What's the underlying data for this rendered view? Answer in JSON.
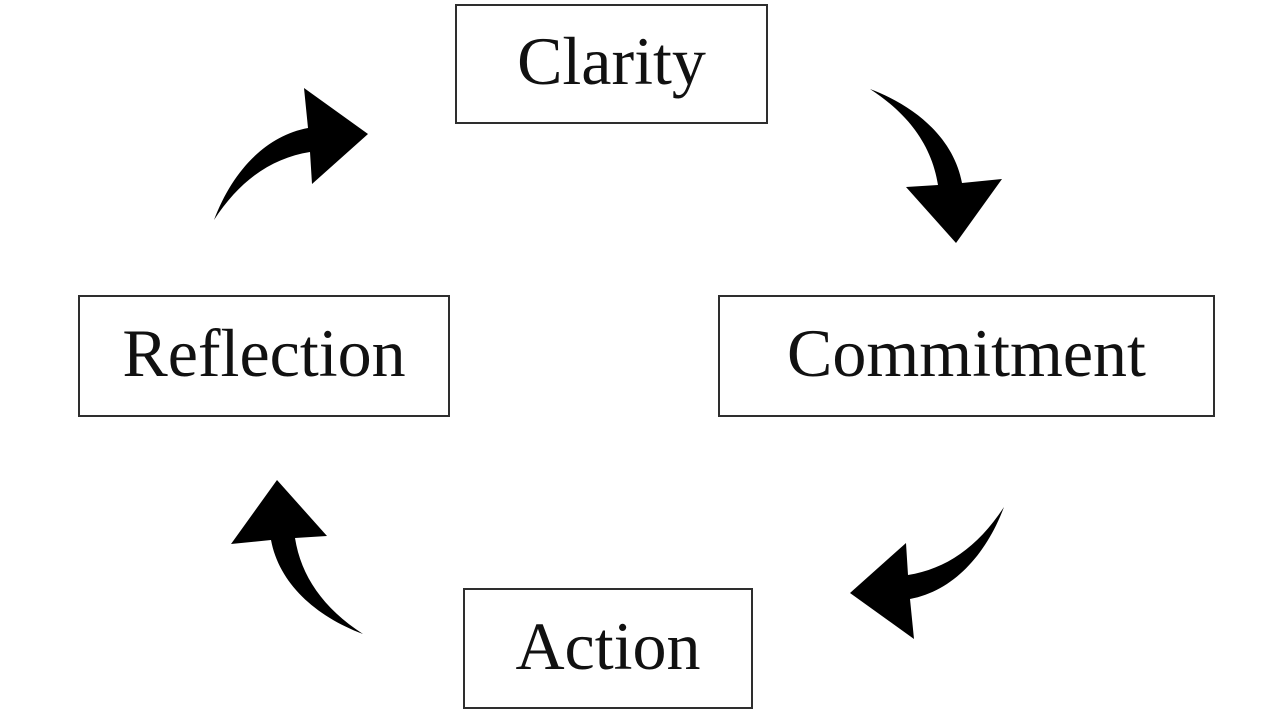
{
  "diagram": {
    "type": "cycle",
    "nodes": [
      {
        "id": "clarity",
        "label": "Clarity"
      },
      {
        "id": "commitment",
        "label": "Commitment"
      },
      {
        "id": "action",
        "label": "Action"
      },
      {
        "id": "reflection",
        "label": "Reflection"
      }
    ],
    "edges": [
      {
        "from": "Reflection",
        "to": "Clarity",
        "icon": "curved-arrow-up-right"
      },
      {
        "from": "Clarity",
        "to": "Commitment",
        "icon": "curved-arrow-down"
      },
      {
        "from": "Commitment",
        "to": "Action",
        "icon": "curved-arrow-left"
      },
      {
        "from": "Action",
        "to": "Reflection",
        "icon": "curved-arrow-up"
      }
    ],
    "colors": {
      "background": "#ffffff",
      "box_fill": "#ffffff",
      "box_border": "#2e2e2e",
      "text": "#111111",
      "arrow": "#000000"
    }
  }
}
